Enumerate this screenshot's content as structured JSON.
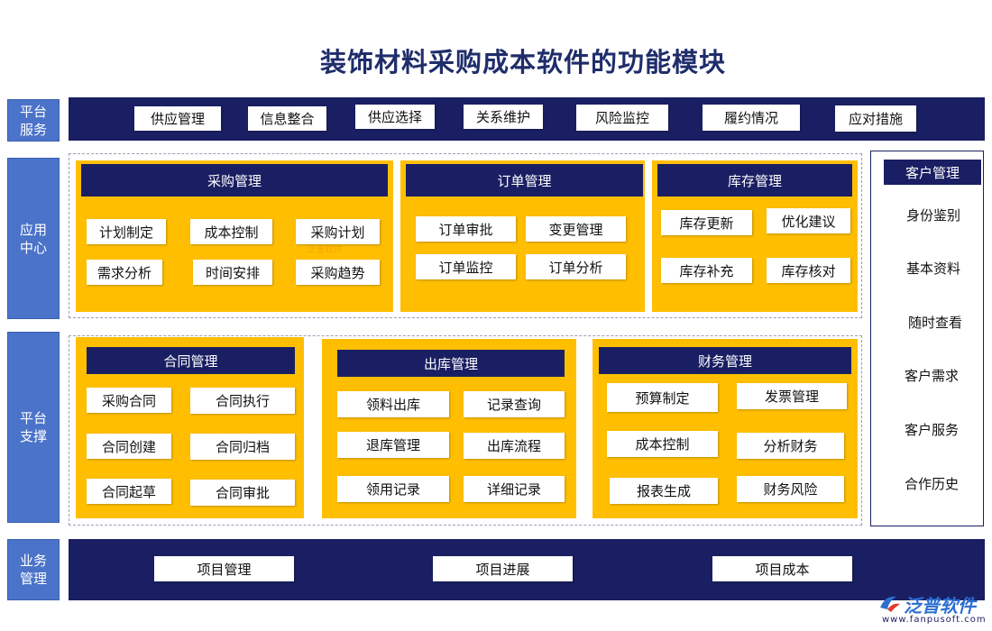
{
  "title": "装饰材料采购成本软件的功能模块",
  "rows": {
    "platform_service": "平台\n服务",
    "app_center": "应用\n中心",
    "platform_support": "平台\n支撑",
    "business_mgmt": "业务\n管理"
  },
  "platform_service_items": [
    "供应管理",
    "信息整合",
    "供应选择",
    "关系维护",
    "风险监控",
    "履约情况",
    "应对措施"
  ],
  "modules": {
    "purchase": {
      "title": "采购管理",
      "items": [
        "计划制定",
        "成本控制",
        "采购计划",
        "需求分析",
        "时间安排",
        "采购趋势"
      ]
    },
    "order": {
      "title": "订单管理",
      "items": [
        "订单审批",
        "变更管理",
        "订单监控",
        "订单分析"
      ]
    },
    "inventory": {
      "title": "库存管理",
      "items": [
        "库存更新",
        "优化建议",
        "库存补充",
        "库存核对"
      ]
    },
    "contract": {
      "title": "合同管理",
      "items": [
        "采购合同",
        "合同执行",
        "合同创建",
        "合同归档",
        "合同起草",
        "合同审批"
      ]
    },
    "outbound": {
      "title": "出库管理",
      "items": [
        "领料出库",
        "记录查询",
        "退库管理",
        "出库流程",
        "领用记录",
        "详细记录"
      ]
    },
    "finance": {
      "title": "财务管理",
      "items": [
        "预算制定",
        "发票管理",
        "成本控制",
        "分析财务",
        "报表生成",
        "财务风险"
      ]
    }
  },
  "customer": {
    "title": "客户管理",
    "items": [
      "身份鉴别",
      "基本资料",
      "随时查看",
      "客户需求",
      "客户服务",
      "合作历史"
    ]
  },
  "business_items": [
    "项目管理",
    "项目进展",
    "项目成本"
  ],
  "logo": {
    "name": "泛普软件",
    "url": "www.fanpusoft.com",
    "watermark": "泛普软件"
  },
  "colors": {
    "navy": "#1a1f63",
    "label_blue": "#4a73c9",
    "panel_yellow": "#ffbf00",
    "title": "#1f2d6b"
  }
}
